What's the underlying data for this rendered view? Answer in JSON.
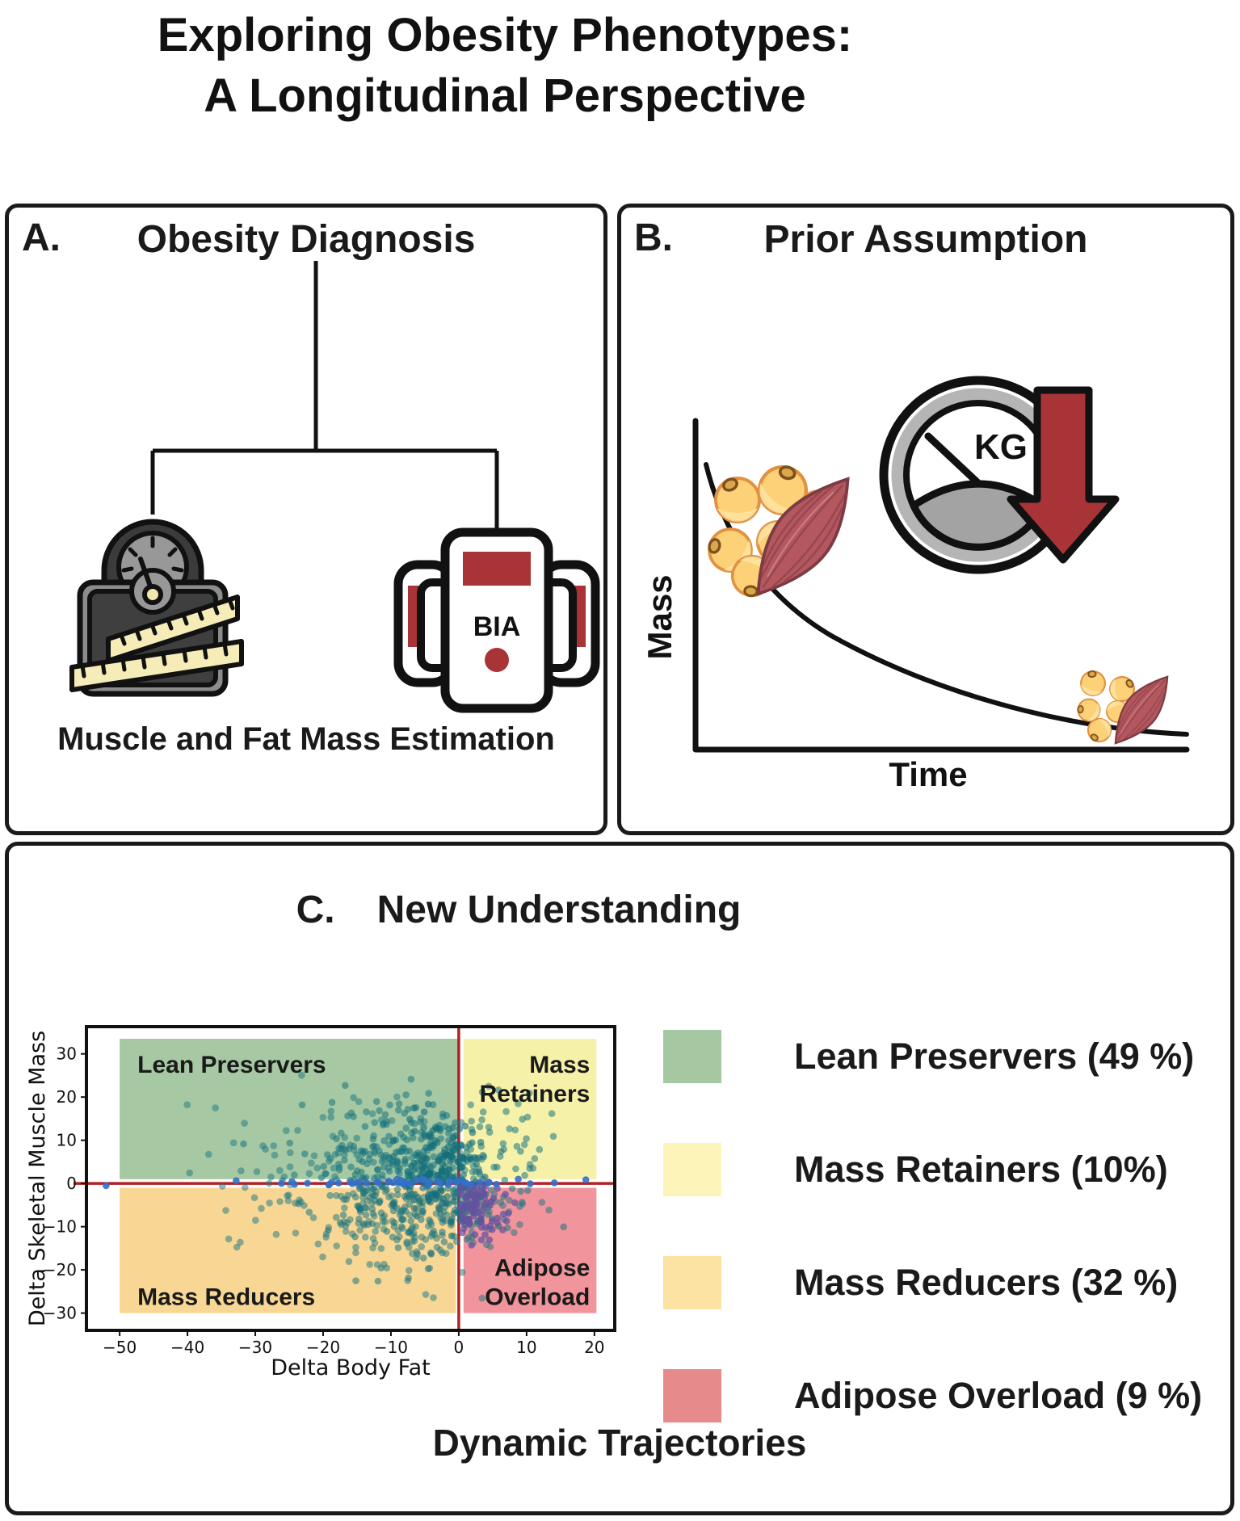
{
  "title": {
    "line1": "Exploring Obesity Phenotypes:",
    "line2": "A Longitudinal Perspective"
  },
  "panel_a": {
    "label": "A.",
    "title": "Obesity Diagnosis",
    "device_text": "BIA",
    "caption": "Muscle and Fat Mass Estimation"
  },
  "panel_b": {
    "label": "B.",
    "title": "Prior Assumption",
    "dial_text": "KG",
    "y_axis_label": "Mass",
    "x_axis_label": "Time"
  },
  "panel_c": {
    "label": "C.",
    "title": "New Understanding",
    "caption": "Dynamic Trajectories",
    "legend": [
      {
        "label": "Lean Preservers (49 %)",
        "color": "#a5c7a1"
      },
      {
        "label": "Mass Retainers (10%)",
        "color": "#fdf4b9"
      },
      {
        "label": "Mass Reducers (32 %)",
        "color": "#fce3a3"
      },
      {
        "label": "Adipose Overload (9 %)",
        "color": "#e78a8b"
      }
    ]
  },
  "icons": {
    "scale-icon": "bathroom scale with dial and measuring tape",
    "bia-device-icon": "handheld bioelectrical impedance analyzer",
    "kg-dial-icon": "weight dial gauge labeled KG",
    "down-arrow-icon": "red downward arrow (weight loss)",
    "fat-cells-icon": "adipocyte cluster",
    "muscle-icon": "skeletal muscle bundle"
  },
  "colors": {
    "accent_red": "#a93438",
    "crosshair_red": "#b22222",
    "ink": "#1a1a1a"
  },
  "chart_data": {
    "type": "scatter",
    "title": "",
    "xlabel": "Delta Body Fat",
    "ylabel": "Delta Skeletal Muscle Mass",
    "x_ticks": [
      -50,
      -40,
      -30,
      -20,
      -10,
      0,
      10,
      20
    ],
    "y_ticks": [
      -30,
      -20,
      -10,
      0,
      10,
      20,
      30
    ],
    "x_range": [
      -54.9,
      23.0
    ],
    "y_range": [
      -34.0,
      36.3
    ],
    "grid": false,
    "legend_position": "outside-right",
    "crosshair": {
      "x": 0,
      "y": 0,
      "color": "#b22222"
    },
    "quadrants": [
      {
        "name": "lean-preservers",
        "label_lines": [
          "Lean Preservers"
        ],
        "share_pct": 49,
        "color": "#a6c8a2",
        "x": [
          -50,
          0
        ],
        "y": [
          1,
          33.5
        ],
        "label_pos": "top-left"
      },
      {
        "name": "mass-retainers",
        "label_lines": [
          "Mass",
          "Retainers"
        ],
        "share_pct": 10,
        "color": "#f6f1a9",
        "x": [
          0.7,
          20.3
        ],
        "y": [
          1,
          33.5
        ],
        "label_pos": "top-right"
      },
      {
        "name": "mass-reducers",
        "label_lines": [
          "Mass Reducers"
        ],
        "share_pct": 32,
        "color": "#f8d795",
        "x": [
          -50,
          -0.4
        ],
        "y": [
          -30,
          -1
        ],
        "label_pos": "bottom-left"
      },
      {
        "name": "adipose-overload",
        "label_lines": [
          "Adipose",
          "Overload"
        ],
        "share_pct": 9,
        "color": "#f2949b",
        "x": [
          0.7,
          20.3
        ],
        "y": [
          -30,
          -1
        ],
        "label_pos": "bottom-right"
      }
    ],
    "point_radius": 4.3,
    "seed": 42,
    "clusters": [
      {
        "name": "teal-main",
        "n": 380,
        "cx": -5.5,
        "cy": 4,
        "sx": 8,
        "sy": 8.5,
        "color": "rgba(26,117,128,0.55)"
      },
      {
        "name": "teal-spread",
        "n": 130,
        "cx": -17,
        "cy": 2,
        "sx": 10.5,
        "sy": 9.5,
        "color": "rgba(26,117,128,0.5)"
      },
      {
        "name": "teal-lower",
        "n": 170,
        "cx": -6.5,
        "cy": -8.5,
        "sx": 7,
        "sy": 6.5,
        "color": "rgba(26,117,128,0.5)"
      },
      {
        "name": "teal-core",
        "n": 150,
        "cx": -2.8,
        "cy": 2.5,
        "sx": 3.2,
        "sy": 6,
        "color": "rgba(20,110,122,0.62)"
      },
      {
        "name": "purple-lower-right",
        "n": 85,
        "cx": 2.4,
        "cy": -5.5,
        "sx": 2.4,
        "sy": 4.2,
        "color": "rgba(98,82,160,0.72)",
        "clip": {
          "x": [
            0.2,
            13
          ],
          "y": [
            -16,
            -0.1
          ]
        }
      },
      {
        "name": "blue-zero-line",
        "n": 48,
        "cx": -7,
        "cy": 0.25,
        "sx": 9.5,
        "sy": 0.35,
        "color": "rgba(52,112,200,0.9)",
        "clip": {
          "y": [
            -0.45,
            1.0
          ]
        }
      }
    ],
    "outliers": [
      {
        "x": -52,
        "y": -0.5,
        "color": "rgba(52,112,200,0.9)"
      }
    ]
  }
}
